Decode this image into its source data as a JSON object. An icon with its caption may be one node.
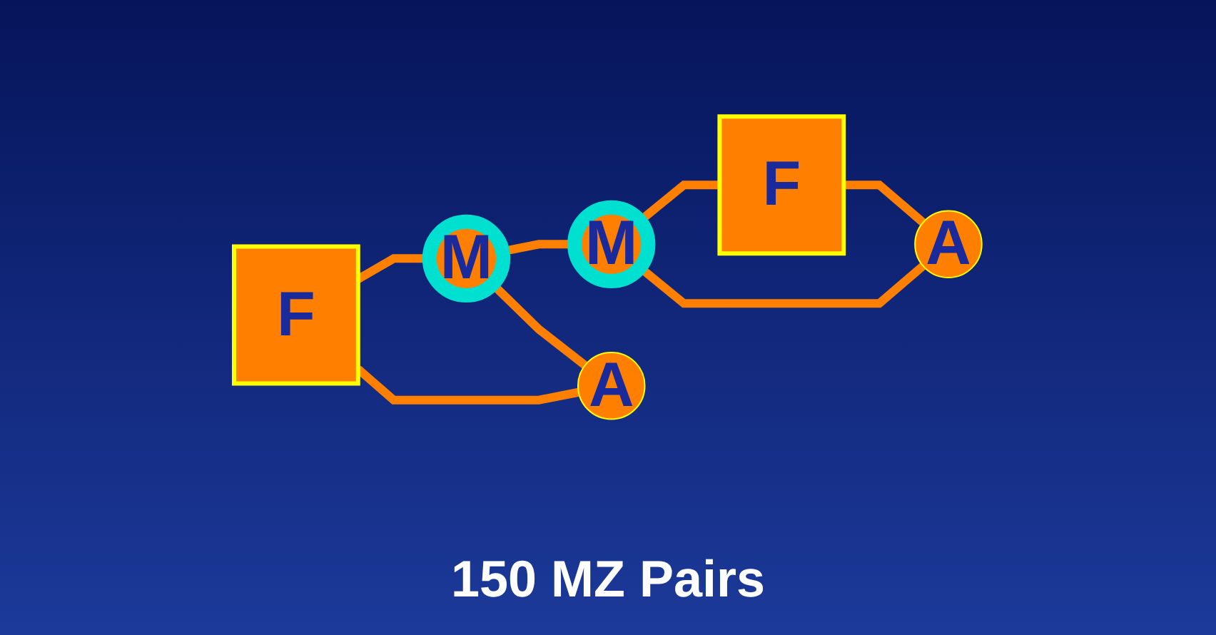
{
  "diagram": {
    "nodes": [
      {
        "text": [
          "F"
        ]
      },
      {
        "text": [
          "M"
        ]
      },
      {
        "text": [
          "M"
        ]
      },
      {
        "text": [
          "F"
        ]
      },
      {
        "text": [
          "A"
        ]
      },
      {
        "text": [
          "A"
        ]
      }
    ],
    "edges": [
      {
        "from": 0,
        "to": 1,
        "arrow": "none"
      },
      {
        "from": 1,
        "to": 2,
        "arrow": "none"
      },
      {
        "from": 2,
        "to": 3,
        "arrow": "none"
      },
      {
        "from": 0,
        "to": 4,
        "arrow": "none"
      },
      {
        "from": 1,
        "to": 4,
        "arrow": "none"
      },
      {
        "from": 2,
        "to": 5,
        "arrow": "none"
      },
      {
        "from": 3,
        "to": 5,
        "arrow": "none"
      }
    ],
    "labels": [
      "150 MZ Pairs"
    ]
  }
}
